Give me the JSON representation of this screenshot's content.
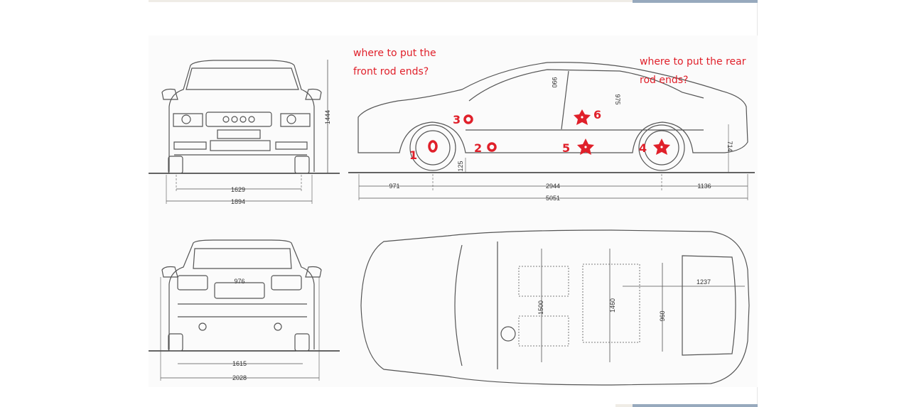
{
  "annotations": {
    "front_question_line1": "where to put the",
    "front_question_line2": "front rod ends?",
    "rear_question_line1": "where to put the rear",
    "rear_question_line2": "rod ends?"
  },
  "markers": [
    {
      "label": "1",
      "shape": "circle"
    },
    {
      "label": "2",
      "shape": "circle"
    },
    {
      "label": "3",
      "shape": "circle"
    },
    {
      "label": "4",
      "shape": "star"
    },
    {
      "label": "5",
      "shape": "star"
    },
    {
      "label": "6",
      "shape": "star"
    }
  ],
  "dimensions": {
    "front_view": {
      "height": "1444",
      "track": "1629",
      "width": "1894"
    },
    "rear_view": {
      "badge": "976",
      "track": "1615",
      "width_with_mirrors": "2028"
    },
    "side_view": {
      "front_overhang": "971",
      "wheelbase": "2944",
      "rear_overhang": "1136",
      "length": "5051",
      "front_headroom": "990",
      "rear_headroom": "975",
      "ground_clearance": "125",
      "trunk_height": "714"
    },
    "top_view": {
      "front_width": "1500",
      "rear_width": "1460",
      "trunk_width": "960",
      "trunk_length": "1237"
    }
  },
  "colors": {
    "annotation": "#e0202a",
    "line": "#555555",
    "accent_bar": "#97a9bd"
  }
}
